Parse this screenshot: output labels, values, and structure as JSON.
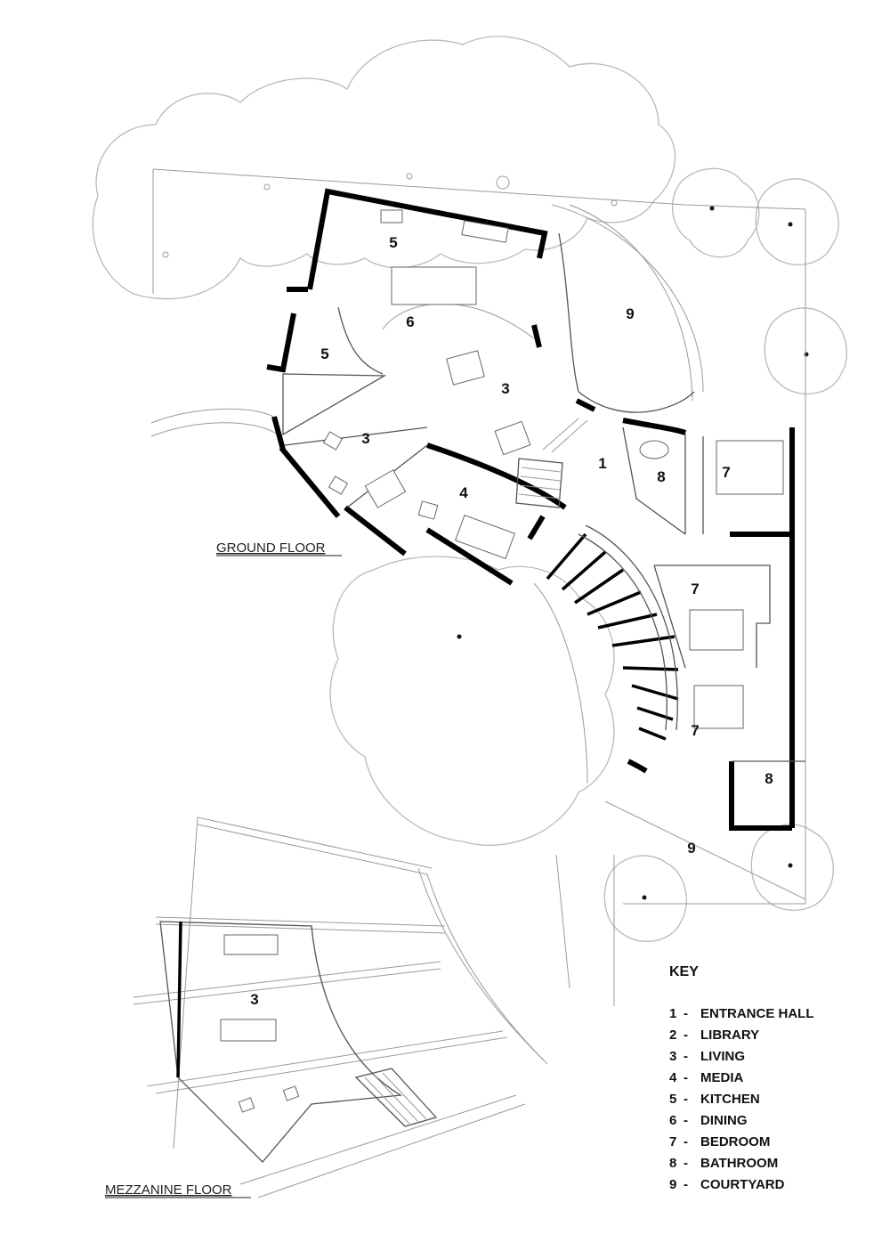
{
  "floors": {
    "ground": "GROUND FLOOR",
    "mezzanine": "MEZZANINE FLOOR"
  },
  "rooms": [
    {
      "id": "r5a",
      "num": "5"
    },
    {
      "id": "r6",
      "num": "6"
    },
    {
      "id": "r9a",
      "num": "9"
    },
    {
      "id": "r5b",
      "num": "5"
    },
    {
      "id": "r3a",
      "num": "3"
    },
    {
      "id": "r3b",
      "num": "3"
    },
    {
      "id": "r1",
      "num": "1"
    },
    {
      "id": "r8a",
      "num": "8"
    },
    {
      "id": "r7a",
      "num": "7"
    },
    {
      "id": "r4",
      "num": "4"
    },
    {
      "id": "r7b",
      "num": "7"
    },
    {
      "id": "r7c",
      "num": "7"
    },
    {
      "id": "r8b",
      "num": "8"
    },
    {
      "id": "r9b",
      "num": "9"
    },
    {
      "id": "r3m",
      "num": "3"
    }
  ],
  "key": {
    "title": "KEY",
    "items": [
      {
        "num": "1",
        "label": "ENTRANCE HALL"
      },
      {
        "num": "2",
        "label": "LIBRARY"
      },
      {
        "num": "3",
        "label": "LIVING"
      },
      {
        "num": "4",
        "label": "MEDIA"
      },
      {
        "num": "5",
        "label": "KITCHEN"
      },
      {
        "num": "6",
        "label": "DINING"
      },
      {
        "num": "7",
        "label": "BEDROOM"
      },
      {
        "num": "8",
        "label": "BATHROOM"
      },
      {
        "num": "9",
        "label": "COURTYARD"
      }
    ]
  }
}
